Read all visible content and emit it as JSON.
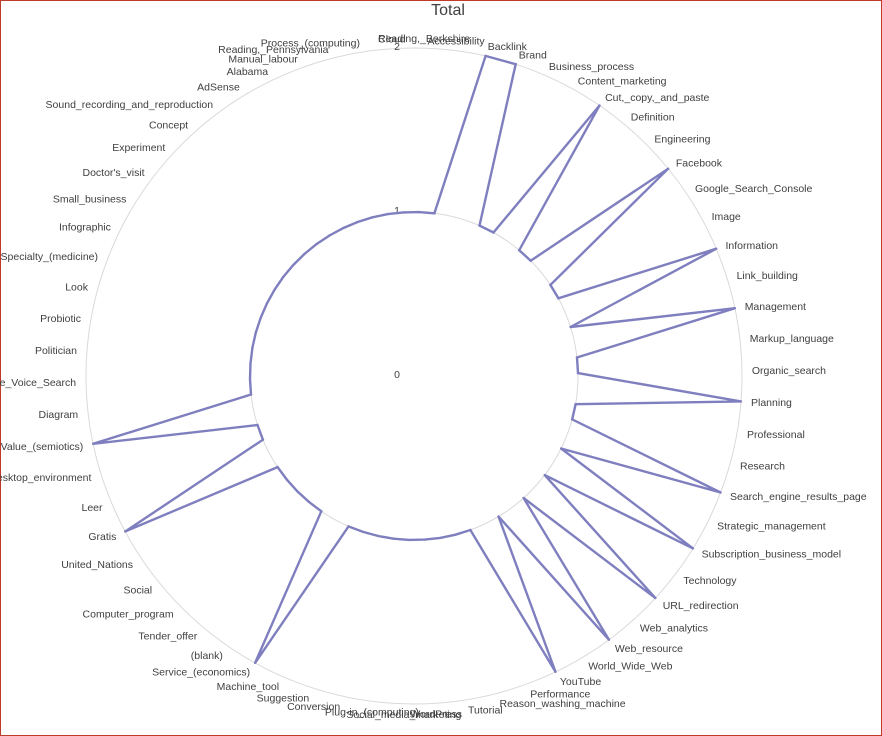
{
  "chart_data": {
    "type": "radar",
    "title": "Total",
    "ticks": [
      "0",
      "1",
      "2"
    ],
    "rlim": [
      0,
      2
    ],
    "grid": "circular",
    "series_color": "#7f7fbf",
    "categories": [
      "Accessibility",
      "Backlink",
      "Brand",
      "Business_process",
      "Content_marketing",
      "Cut,_copy,_and_paste",
      "Definition",
      "Engineering",
      "Facebook",
      "Google_Search_Console",
      "Image",
      "Information",
      "Link_building",
      "Management",
      "Markup_language",
      "Organic_search",
      "Planning",
      "Professional",
      "Research",
      "Search_engine_results_page",
      "Strategic_management",
      "Subscription_business_model",
      "Technology",
      "URL_redirection",
      "Web_analytics",
      "Web_resource",
      "World_Wide_Web",
      "YouTube",
      "Performance",
      "Reason_washing_machine",
      "Tutorial",
      "WordPress",
      "Social_media_marketing",
      "Plug-in_(computing)",
      "Conversion",
      "Suggestion",
      "Machine_tool",
      "Service_(economics)",
      "(blank)",
      "Tender_offer",
      "Computer_program",
      "Social",
      "United_Nations",
      "Gratis",
      "Leer",
      "Desktop_environment",
      "Value_(semiotics)",
      "Diagram",
      "Google_Voice_Search",
      "Politician",
      "Probiotic",
      "Look",
      "Specialty_(medicine)",
      "Infographic",
      "Small_business",
      "Doctor's_visit",
      "Experiment",
      "Concept",
      "Sound_recording_and_reproduction",
      "AdSense",
      "Alabama",
      "Manual_labour",
      "Reading,_Pennsylvania",
      "Process_(computing)",
      "Cloud",
      "Reading,_Berkshire"
    ],
    "values": [
      1,
      2,
      2,
      1,
      1,
      2,
      1,
      1,
      2,
      1,
      1,
      2,
      1,
      2,
      1,
      1,
      2,
      1,
      1,
      2,
      1,
      2,
      1,
      2,
      1,
      2,
      1,
      2,
      1,
      1,
      1,
      1,
      1,
      1,
      1,
      1,
      1,
      2,
      1,
      1,
      1,
      1,
      1,
      2,
      1,
      1,
      2,
      1,
      1,
      1,
      1,
      1,
      1,
      1,
      1,
      1,
      1,
      1,
      1,
      1,
      1,
      1,
      1,
      1,
      1,
      1
    ]
  }
}
